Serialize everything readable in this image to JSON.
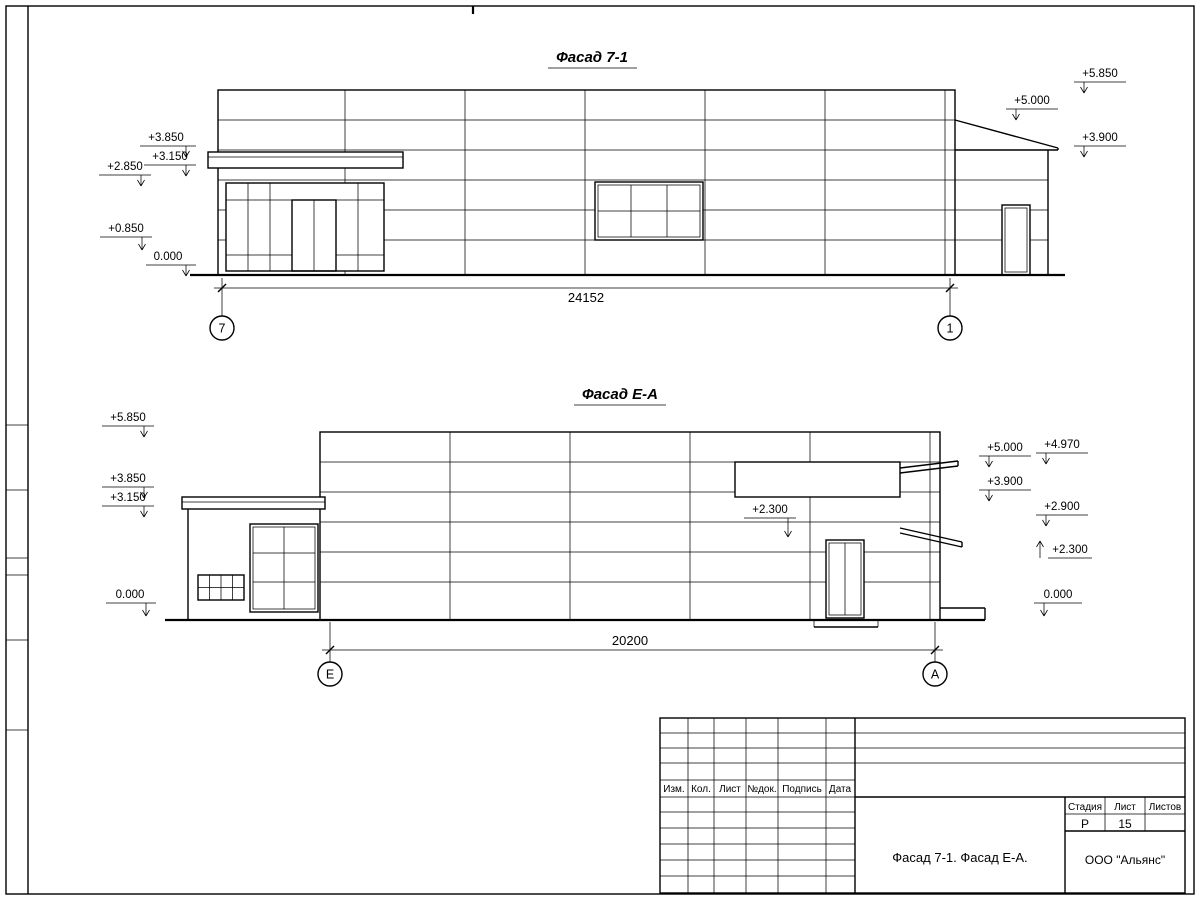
{
  "facade1": {
    "title": "Фасад 7-1",
    "dim": "24152",
    "axisLeft": "7",
    "axisRight": "1",
    "elevLeft": [
      "+3.850",
      "+3.150",
      "+2.850",
      "+0.850",
      "0.000"
    ],
    "elevRight": [
      "+5.850",
      "+5.000",
      "+3.900"
    ]
  },
  "facade2": {
    "title": "Фасад Е-А",
    "dim": "20200",
    "axisLeft": "Е",
    "axisRight": "А",
    "elevLeft": [
      "+5.850",
      "+3.850",
      "+3.150",
      "0.000"
    ],
    "elevMid": "+2.300",
    "elevRight": [
      "+5.000",
      "+4.970",
      "+3.900",
      "+2.900",
      "+2.300",
      "0.000"
    ]
  },
  "titleBlock": {
    "cols": [
      "Изм.",
      "Кол.",
      "Лист",
      "№док.",
      "Подпись",
      "Дата"
    ],
    "stageLabel": "Стадия",
    "sheetLabel": "Лист",
    "sheetsLabel": "Листов",
    "stageValue": "Р",
    "sheetValue": "15",
    "sheetsValue": "",
    "drawingName": "Фасад 7-1. Фасад Е-А.",
    "company": "ООО \"Альянс\""
  }
}
